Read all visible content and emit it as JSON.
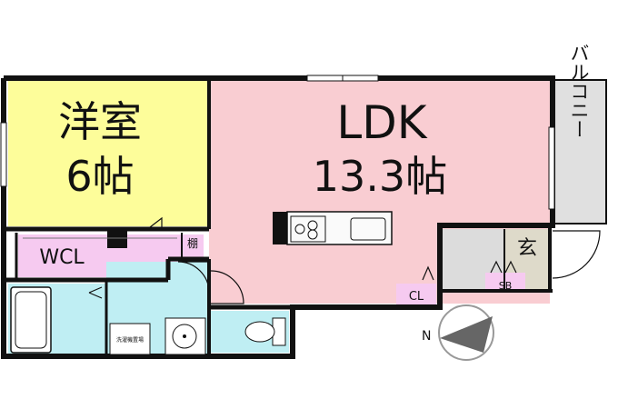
{
  "rooms": {
    "western_room": {
      "name": "洋室",
      "size": "6帖"
    },
    "ldk": {
      "name": "LDK",
      "size": "13.3帖"
    },
    "wcl": "WCL",
    "shelf": "棚",
    "closet": "CL",
    "entrance": "玄",
    "shoe_box": "SB",
    "balcony": "バルコニー",
    "washer_space": "洗濯機置場"
  },
  "compass": {
    "label": "N"
  },
  "colors": {
    "western_room": "#fdfd9a",
    "ldk": "#f9cdd2",
    "wcl": "#f6caf0",
    "wet_area": "#bfeef3",
    "entrance": "#dcdcdc",
    "balcony": "#e0e0e0",
    "walls": "#111111"
  }
}
